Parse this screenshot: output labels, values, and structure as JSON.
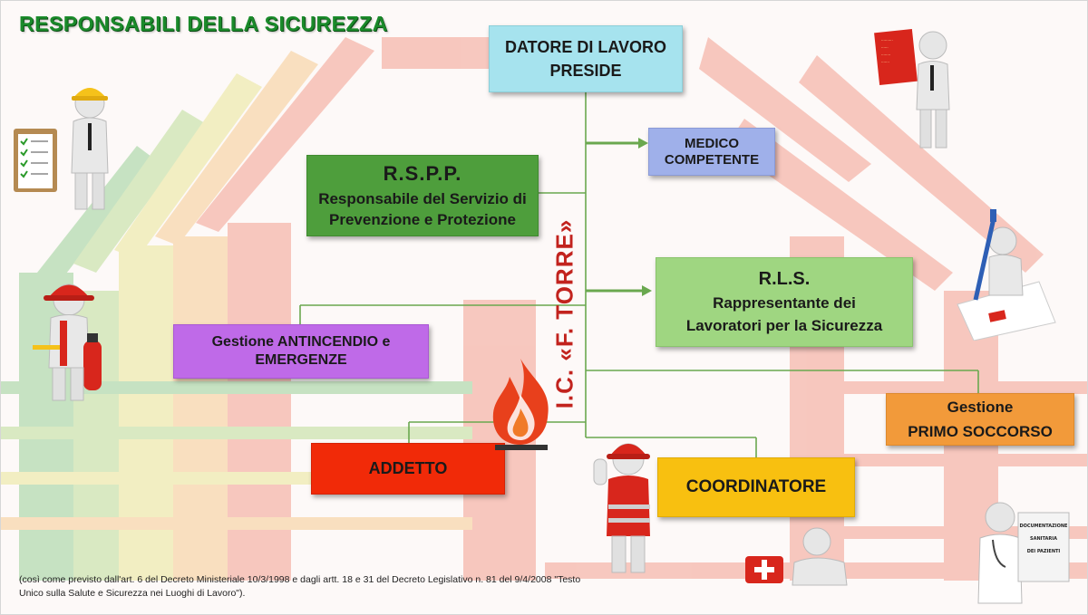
{
  "title": "RESPONSABILI DELLA SICUREZZA",
  "datore": {
    "line1": "DATORE DI LAVORO",
    "line2": "PRESIDE"
  },
  "medico": {
    "line1": "MEDICO",
    "line2": "COMPETENTE"
  },
  "rspp": {
    "acronym": "R.S.P.P.",
    "line1": "Responsabile del Servizio di",
    "line2": "Prevenzione e Protezione"
  },
  "rls": {
    "acronym": "R.L.S.",
    "line1": "Rappresentante dei",
    "line2": "Lavoratori per la Sicurezza"
  },
  "antincendio": {
    "line1": "Gestione ANTINCENDIO e",
    "line2": "EMERGENZE"
  },
  "primo_soccorso": {
    "line1": "Gestione",
    "line2": "PRIMO SOCCORSO"
  },
  "addetto": {
    "label": "ADDETTO"
  },
  "coordinatore": {
    "label": "COORDINATORE"
  },
  "school_label": "I.C. «F. TORRE»",
  "footnote": "(così come previsto dall'art. 6 del Decreto Ministeriale 10/3/1998 e dagli artt. 18 e 31 del Decreto Legislativo n. 81 del 9/4/2008 \"Testo Unico sulla Salute e Sicurezza nei Luoghi di Lavoro\").",
  "colors": {
    "datore": "#a6e3ee",
    "medico": "#9fb0ea",
    "rspp": "#4e9e3c",
    "rls": "#9fd681",
    "antincendio": "#bf6ae8",
    "primo_soccorso": "#f29a3a",
    "addetto": "#f12a08",
    "coordinatore": "#f8c010",
    "connector": "#6aa84f",
    "school_label": "#c2231e"
  },
  "icons": [
    "worker-hardhat-clipboard-icon",
    "firefighter-extinguisher-icon",
    "figure-red-document-icon",
    "figure-signing-document-icon",
    "fire-icon",
    "worker-red-vest-icon",
    "first-aid-kit-icon",
    "doctor-documentation-icon"
  ],
  "doc_card": {
    "line1": "DOCUMENTAZIONE",
    "line2": "SANITARIA",
    "line3": "DEI PAZIENTI"
  }
}
